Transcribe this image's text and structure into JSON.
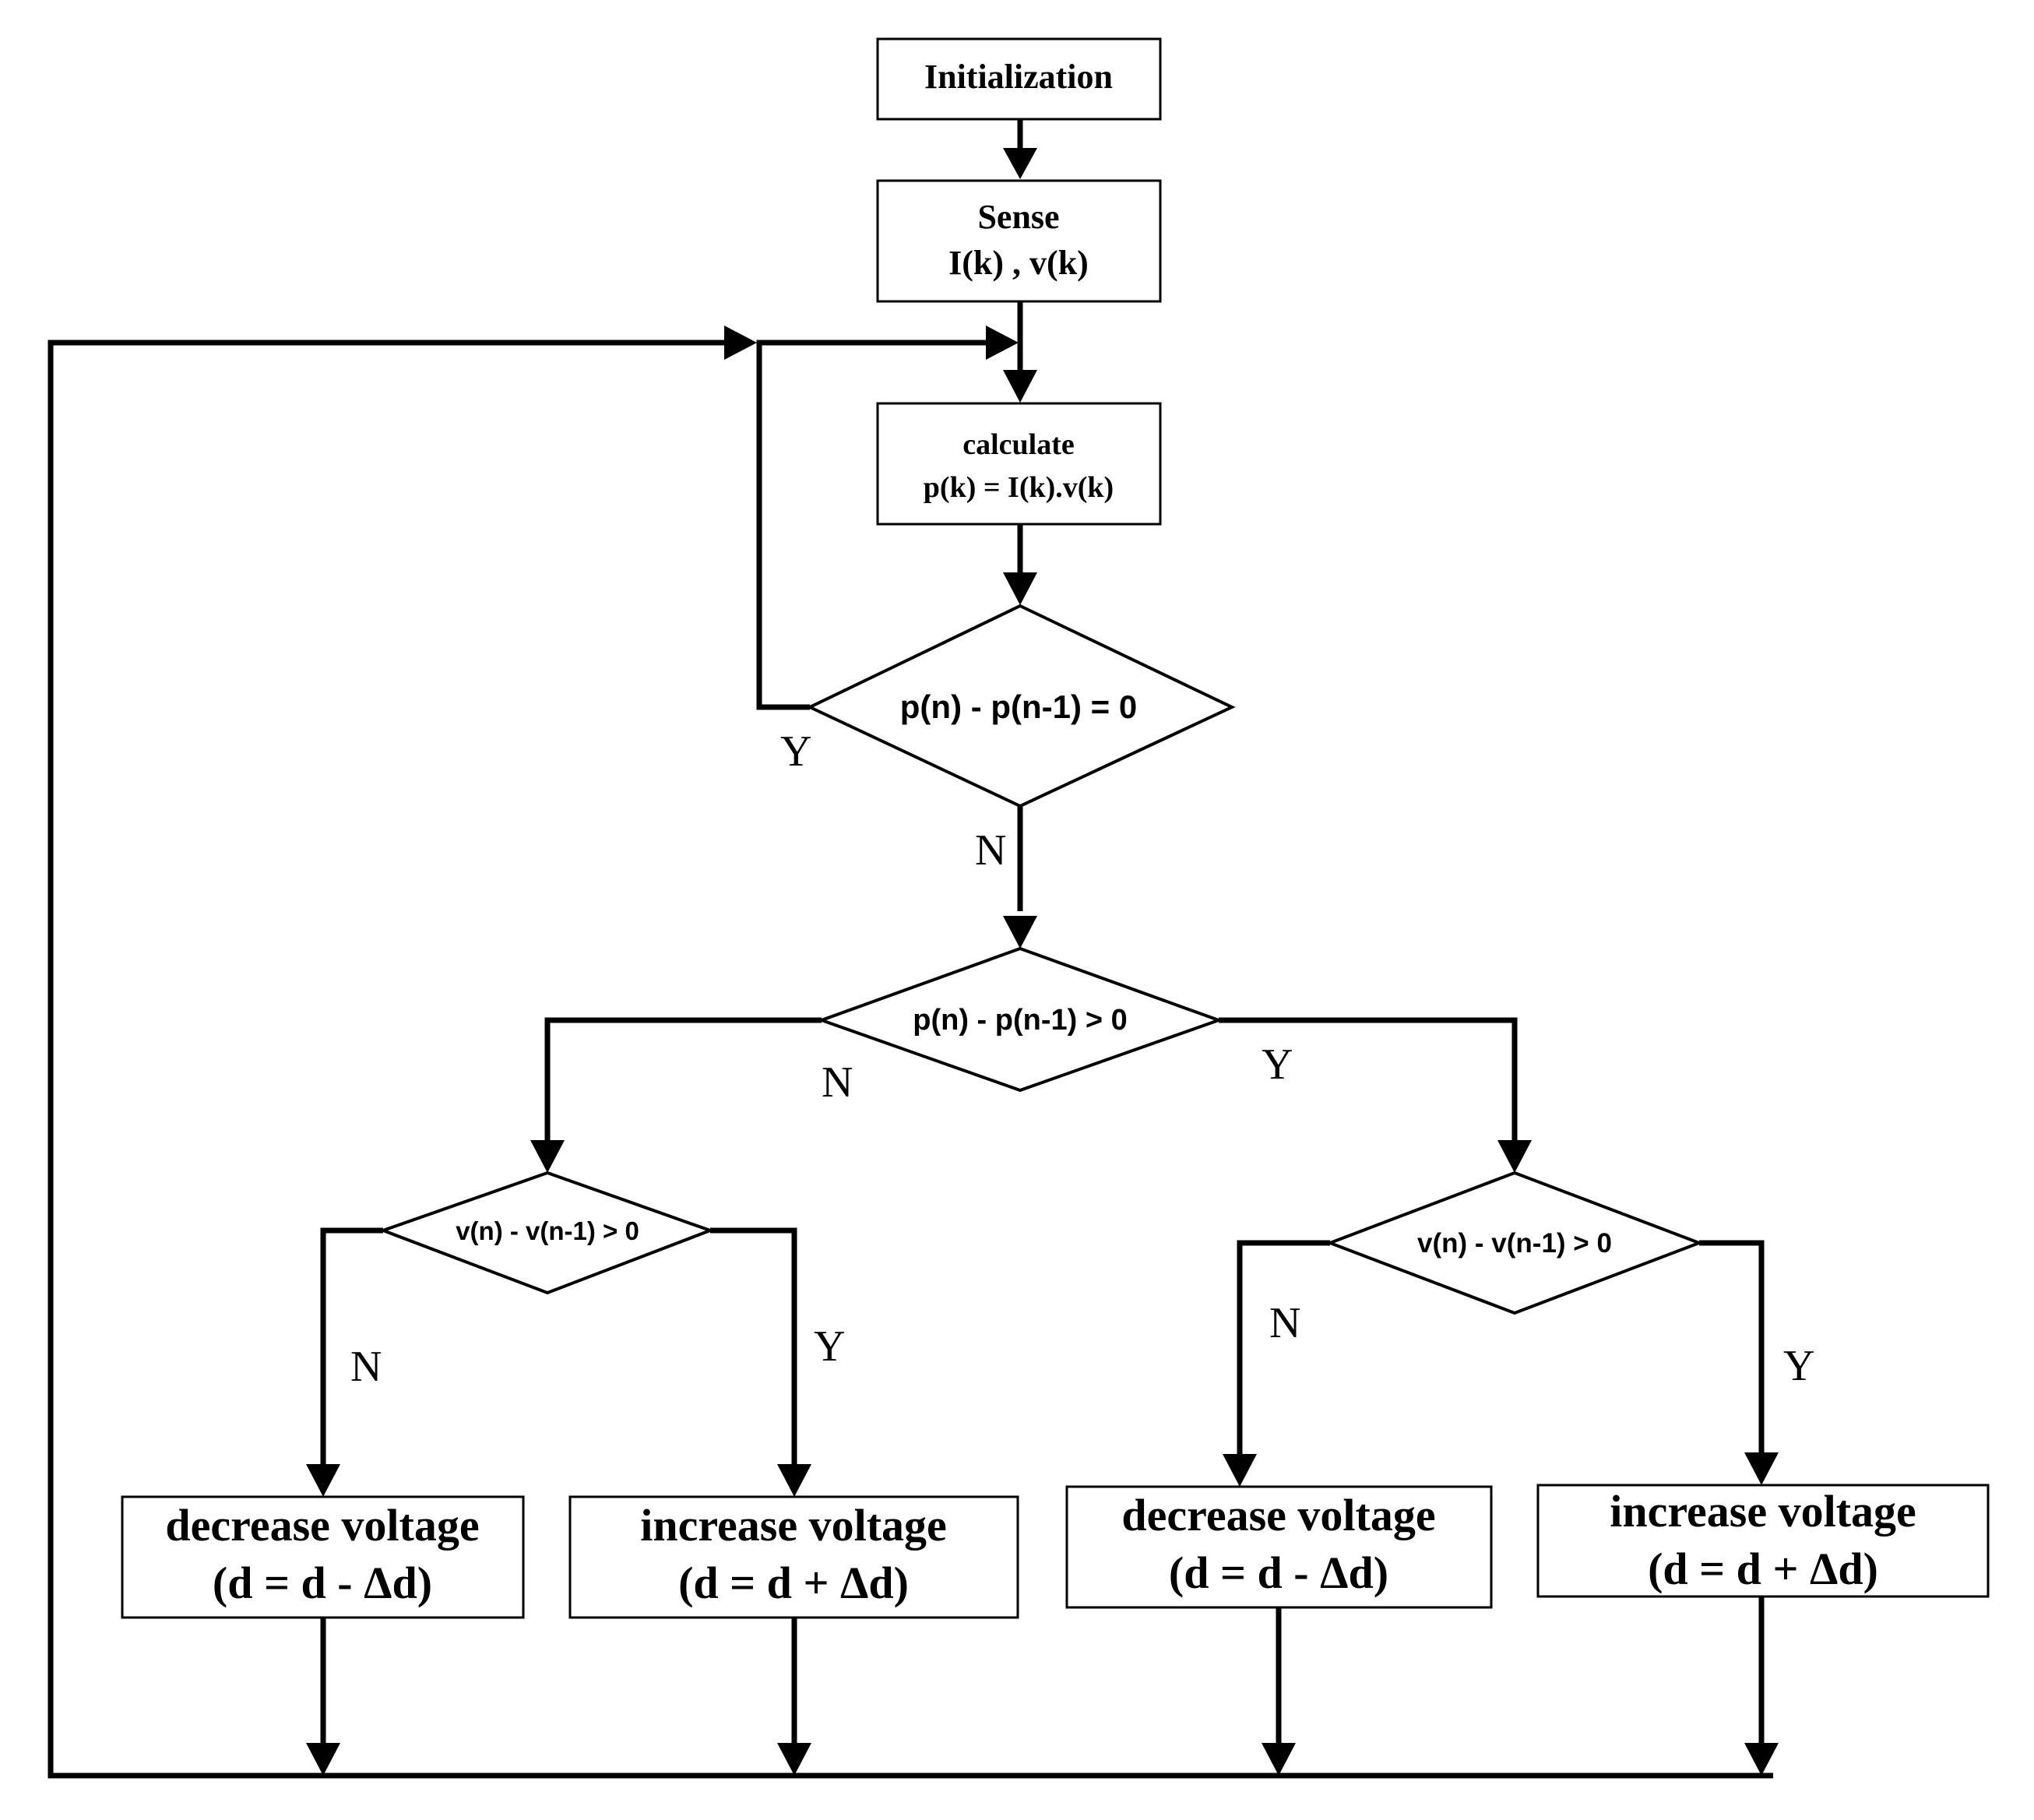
{
  "nodes": {
    "init": {
      "label": "Initialization"
    },
    "sense": {
      "line1": "Sense",
      "line2": "I(k) , v(k)"
    },
    "calc": {
      "line1": "calculate",
      "line2": "p(k) = I(k).v(k)"
    },
    "dec_power_zero": {
      "label": "p(n) - p(n-1) = 0"
    },
    "dec_power_pos": {
      "label": "p(n) - p(n-1) > 0"
    },
    "dec_volt_left": {
      "label": "v(n) - v(n-1) > 0"
    },
    "dec_volt_right": {
      "label": "v(n) - v(n-1) > 0"
    },
    "box_decrease_1": {
      "line1": "decrease voltage",
      "line2": "(d = d - Δd)"
    },
    "box_increase_1": {
      "line1": "increase voltage",
      "line2": "(d = d + Δd)"
    },
    "box_decrease_2": {
      "line1": "decrease voltage",
      "line2": "(d = d - Δd)"
    },
    "box_increase_2": {
      "line1": "increase voltage",
      "line2": "(d = d + Δd)"
    }
  },
  "branch_labels": {
    "power_zero_yes": "Y",
    "power_zero_no": "N",
    "power_pos_no": "N",
    "power_pos_yes": "Y",
    "volt_left_no": "N",
    "volt_left_yes": "Y",
    "volt_right_no": "N",
    "volt_right_yes": "Y"
  },
  "colors": {
    "stroke": "#000000",
    "fill": "#ffffff"
  }
}
